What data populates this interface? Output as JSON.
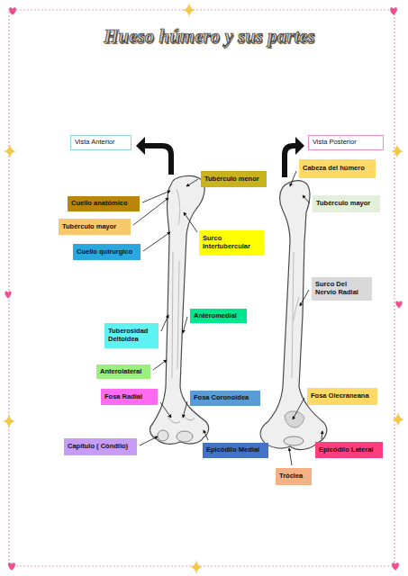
{
  "diagram": {
    "title": "Hueso húmero y sus partes",
    "nodes": [
      {
        "text": [
          "Vista Anterior"
        ]
      },
      {
        "text": [
          "Vista Posterior"
        ]
      },
      {
        "text": [
          "Cabeza del húmero"
        ]
      },
      {
        "text": [
          "Tubérculo menor"
        ]
      },
      {
        "text": [
          "Tubérculo mayor"
        ]
      },
      {
        "text": [
          "Cuello anatómico"
        ]
      },
      {
        "text": [
          "Tubérculo mayor"
        ]
      },
      {
        "text": [
          "Surco Intertubercular"
        ]
      },
      {
        "text": [
          "Cuello quirurgico"
        ]
      },
      {
        "text": [
          "Surco Del Nervio Radial"
        ]
      },
      {
        "text": [
          "Anteromedial"
        ]
      },
      {
        "text": [
          "Tuberosidad Deltoidea"
        ]
      },
      {
        "text": [
          "Anterolateral"
        ]
      },
      {
        "text": [
          "Fosa Olecraneana"
        ]
      },
      {
        "text": [
          "Fosa Radial"
        ]
      },
      {
        "text": [
          "Fosa Coronoidea"
        ]
      },
      {
        "text": [
          "Capítulo ( Cóndilo)"
        ]
      },
      {
        "text": [
          "Epicódilo Lateral"
        ]
      },
      {
        "text": [
          "Epicódilo Medial"
        ]
      },
      {
        "text": [
          "Tróclea"
        ]
      }
    ]
  }
}
